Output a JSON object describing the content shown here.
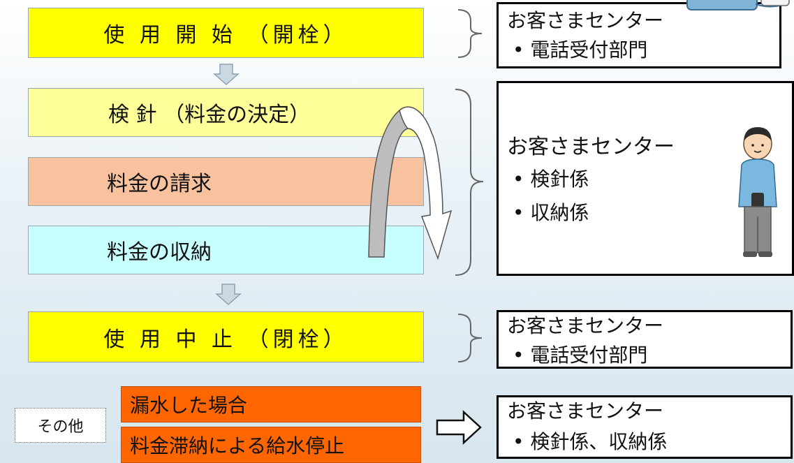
{
  "flow": {
    "step1": "使 用 開 始 （開栓）",
    "step2": "検 針 （料金の決定）",
    "step3": "料金の請求",
    "step4": "料金の収納",
    "step5": "使 用 中 止 （閉栓）"
  },
  "other": {
    "label": "その他",
    "item1": "漏水した場合",
    "item2": "料金滞納による給水停止"
  },
  "info_boxes": {
    "box1": {
      "title": "お客さまセンター",
      "bullet": "• 電話受付部門"
    },
    "box2": {
      "title": "お客さまセンター",
      "bullet1": "• 検針係",
      "bullet2": "• 収納係"
    },
    "box3": {
      "title": "お客さまセンター",
      "bullet": "• 電話受付部門"
    },
    "box4": {
      "title": "お客さまセンター",
      "bullet": "• 検針係、収納係"
    }
  },
  "colors": {
    "start_stop": "#ffff00",
    "meter": "#ffff99",
    "billing": "#f9c29e",
    "collection": "#c7ffff",
    "other_items": "#ff6600"
  },
  "icons": [
    "down-arrow-icon",
    "curved-cycle-arrow-icon",
    "brace-icon",
    "right-arrow-icon",
    "staff-person-icon",
    "keyboard-icon"
  ]
}
